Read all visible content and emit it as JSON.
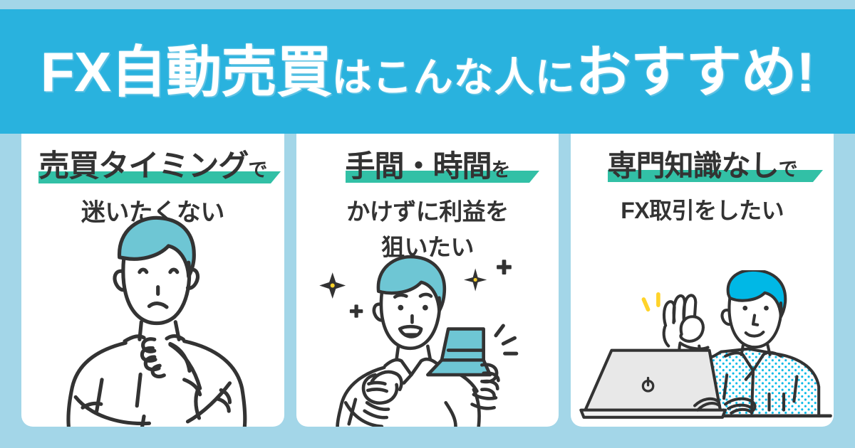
{
  "theme": {
    "background": "#a3d6e8",
    "banner_bg": "#29b2de",
    "banner_text": "#ffffff",
    "card_bg": "#ffffff",
    "headline_text": "#333333",
    "marker_green": "#32c0a6",
    "hair_teal": "#6ec6d4",
    "hair_cyan": "#00b8e6",
    "accent_yellow": "#ffd32a",
    "laptop_gray": "#e8e8e8"
  },
  "banner": {
    "title_main": "FX自動売買",
    "title_mid": "はこんな人に",
    "title_end": "おすすめ!"
  },
  "cards": [
    {
      "id": "card-timing",
      "headline_main": "売買タイミング",
      "headline_suffix": "で",
      "subline": "迷いたくない",
      "illustration": "thinking-man-illustration"
    },
    {
      "id": "card-time",
      "headline_main": "手間・時間",
      "headline_suffix": "を",
      "subline": "かけずに利益を\n狙いたい",
      "subline_1": "かけずに利益を",
      "subline_2": "狙いたい",
      "illustration": "man-with-laptop-illustration"
    },
    {
      "id": "card-knowledge",
      "headline_main": "専門知識なし",
      "headline_suffix": "で",
      "subline": "FX取引をしたい",
      "illustration": "man-ok-sign-laptop-illustration"
    }
  ]
}
